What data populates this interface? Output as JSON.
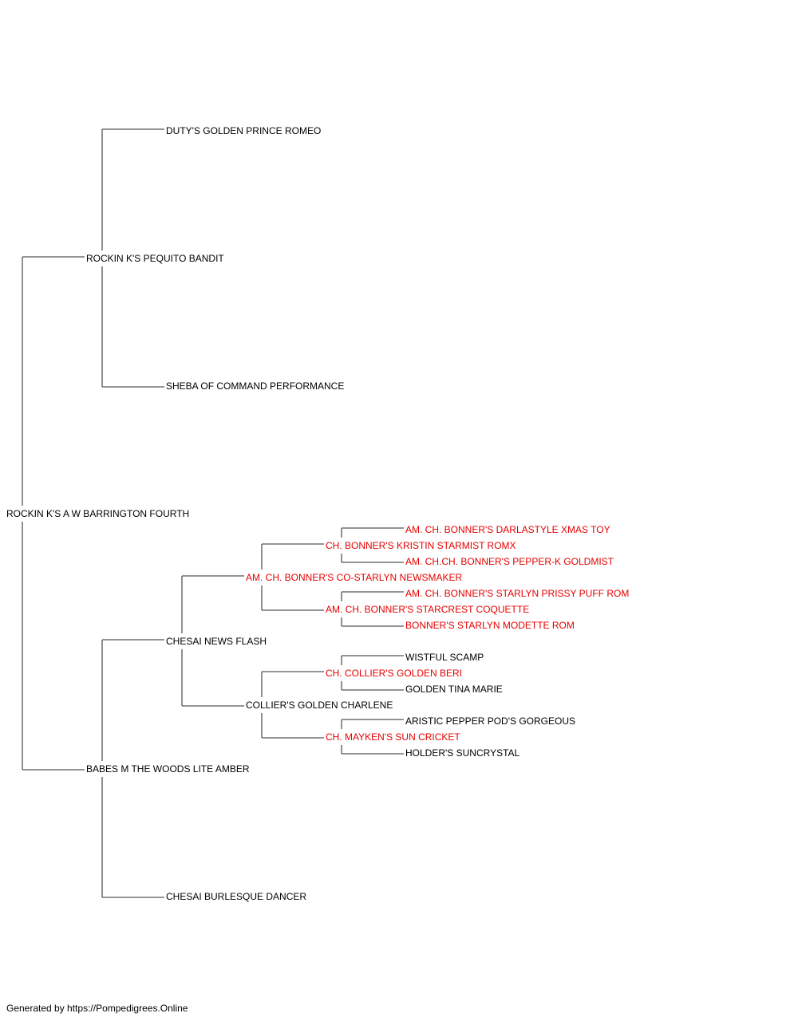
{
  "colors": {
    "normal": "#000000",
    "champion": "#e60000",
    "line": "#555555"
  },
  "tree": {
    "name": "ROCKIN K'S A W BARRINGTON FOURTH",
    "ch": false,
    "sire": {
      "name": "ROCKIN K'S PEQUITO BANDIT",
      "ch": false,
      "sire": {
        "name": "DUTY'S GOLDEN PRINCE ROMEO",
        "ch": false
      },
      "dam": {
        "name": "SHEBA OF COMMAND PERFORMANCE",
        "ch": false
      }
    },
    "dam": {
      "name": "BABES M THE WOODS LITE AMBER",
      "ch": false,
      "sire": {
        "name": "CHESAI NEWS FLASH",
        "ch": false,
        "sire": {
          "name": "AM. CH. BONNER'S CO-STARLYN NEWSMAKER",
          "ch": true,
          "sire": {
            "name": "CH. BONNER'S KRISTIN STARMIST ROMX",
            "ch": true,
            "sire": {
              "name": "AM. CH. BONNER'S DARLASTYLE XMAS TOY",
              "ch": true
            },
            "dam": {
              "name": "AM. CH.CH. BONNER'S PEPPER-K GOLDMIST",
              "ch": true
            }
          },
          "dam": {
            "name": "AM. CH. BONNER'S STARCREST COQUETTE",
            "ch": true,
            "sire": {
              "name": "AM. CH. BONNER'S STARLYN PRISSY PUFF ROM",
              "ch": true
            },
            "dam": {
              "name": "BONNER'S STARLYN MODETTE ROM",
              "ch": true
            }
          }
        },
        "dam": {
          "name": "COLLIER'S GOLDEN CHARLENE",
          "ch": false,
          "sire": {
            "name": "CH. COLLIER'S GOLDEN BERI",
            "ch": true,
            "sire": {
              "name": "WISTFUL SCAMP",
              "ch": false
            },
            "dam": {
              "name": "GOLDEN TINA MARIE",
              "ch": false
            }
          },
          "dam": {
            "name": "CH. MAYKEN'S SUN CRICKET",
            "ch": true,
            "sire": {
              "name": "ARISTIC PEPPER POD'S GORGEOUS",
              "ch": false
            },
            "dam": {
              "name": "HOLDER'S SUNCRYSTAL",
              "ch": false
            }
          }
        }
      },
      "dam": {
        "name": "CHESAI BURLESQUE DANCER",
        "ch": false
      }
    }
  },
  "footer": "Generated by https://Pompedigrees.Online"
}
